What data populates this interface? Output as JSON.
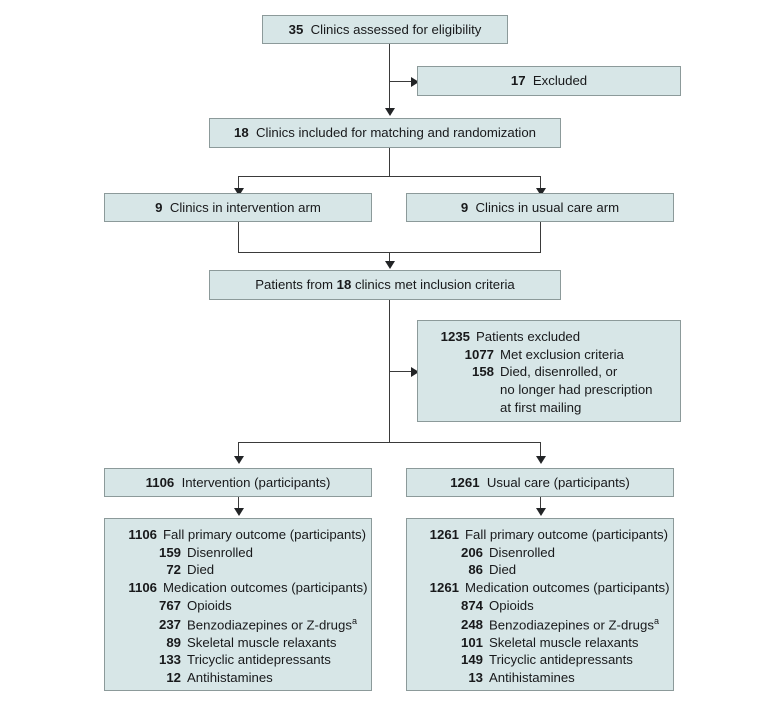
{
  "figure": {
    "type": "flow-diagram",
    "title": "CONSORT participant flow diagram",
    "colors": {
      "box_fill": "#d7e6e7",
      "box_border": "#8c9a9a",
      "connector": "#3a3a3a",
      "text": "#18191b",
      "background": "#ffffff"
    }
  },
  "nodes": {
    "assessed": {
      "num": "35",
      "label": "Clinics assessed for eligibility"
    },
    "excluded_clinics": {
      "num": "17",
      "label": "Excluded"
    },
    "included": {
      "num": "18",
      "label": "Clinics included for matching and randomization"
    },
    "intervention_arm": {
      "num": "9",
      "label": "Clinics in intervention arm"
    },
    "usual_care_arm": {
      "num": "9",
      "label": "Clinics in usual care arm"
    },
    "inclusion": {
      "prefix": "Patients from",
      "num": "18",
      "suffix": "clinics met inclusion criteria"
    },
    "patients_excluded": {
      "header": {
        "num": "1235",
        "label": "Patients excluded"
      },
      "items": [
        {
          "num": "1077",
          "label": "Met exclusion criteria"
        },
        {
          "num": "158",
          "label": "Died, disenrolled, or",
          "cont": [
            "no longer had prescription",
            "at first mailing"
          ]
        }
      ]
    },
    "intervention_participants": {
      "num": "1106",
      "label": "Intervention (participants)"
    },
    "usual_care_participants": {
      "num": "1261",
      "label": "Usual care (participants)"
    }
  },
  "outcomes": {
    "intervention": {
      "fall": {
        "num": "1106",
        "label": "Fall primary outcome (participants)"
      },
      "fall_items": [
        {
          "num": "159",
          "label": "Disenrolled"
        },
        {
          "num": "72",
          "label": "Died"
        }
      ],
      "medication": {
        "num": "1106",
        "label": "Medication outcomes (participants)"
      },
      "medication_items": [
        {
          "num": "767",
          "label": "Opioids",
          "sup": ""
        },
        {
          "num": "237",
          "label": "Benzodiazepines or Z-drugs",
          "sup": "a"
        },
        {
          "num": "89",
          "label": "Skeletal muscle relaxants",
          "sup": ""
        },
        {
          "num": "133",
          "label": "Tricyclic antidepressants",
          "sup": ""
        },
        {
          "num": "12",
          "label": "Antihistamines",
          "sup": ""
        }
      ]
    },
    "usual_care": {
      "fall": {
        "num": "1261",
        "label": "Fall primary outcome (participants)"
      },
      "fall_items": [
        {
          "num": "206",
          "label": "Disenrolled"
        },
        {
          "num": "86",
          "label": "Died"
        }
      ],
      "medication": {
        "num": "1261",
        "label": "Medication outcomes (participants)"
      },
      "medication_items": [
        {
          "num": "874",
          "label": "Opioids",
          "sup": ""
        },
        {
          "num": "248",
          "label": "Benzodiazepines or Z-drugs",
          "sup": "a"
        },
        {
          "num": "101",
          "label": "Skeletal muscle relaxants",
          "sup": ""
        },
        {
          "num": "149",
          "label": "Tricyclic antidepressants",
          "sup": ""
        },
        {
          "num": "13",
          "label": "Antihistamines",
          "sup": ""
        }
      ]
    }
  }
}
